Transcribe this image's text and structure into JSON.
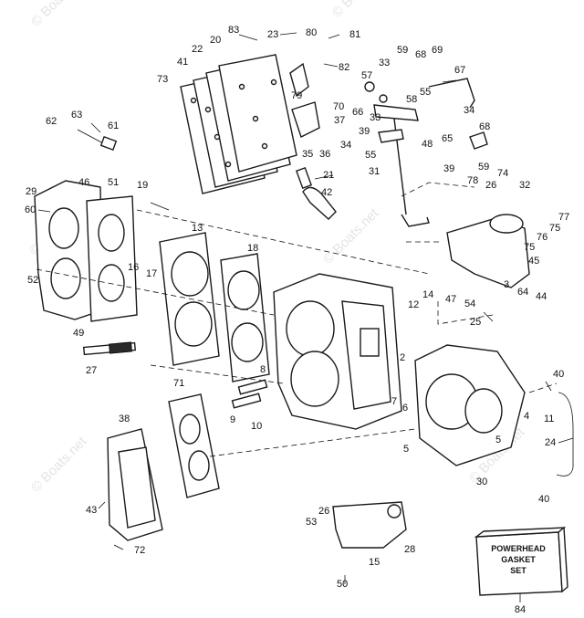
{
  "watermark": "© Boats.net",
  "kit_box": {
    "line1": "POWERHEAD",
    "line2": "GASKET",
    "line3": "SET",
    "number": "84"
  },
  "callouts": [
    {
      "id": "c1",
      "text": "83"
    },
    {
      "id": "c2",
      "text": "23"
    },
    {
      "id": "c3",
      "text": "80"
    },
    {
      "id": "c4",
      "text": "81"
    },
    {
      "id": "c5",
      "text": "20"
    },
    {
      "id": "c6",
      "text": "22"
    },
    {
      "id": "c7",
      "text": "41"
    },
    {
      "id": "c8",
      "text": "73"
    },
    {
      "id": "c9",
      "text": "82"
    },
    {
      "id": "c10",
      "text": "79"
    },
    {
      "id": "c11",
      "text": "59"
    },
    {
      "id": "c12",
      "text": "68"
    },
    {
      "id": "c13",
      "text": "69"
    },
    {
      "id": "c14",
      "text": "33"
    },
    {
      "id": "c15",
      "text": "57"
    },
    {
      "id": "c16",
      "text": "67"
    },
    {
      "id": "c17",
      "text": "55"
    },
    {
      "id": "c18",
      "text": "70"
    },
    {
      "id": "c19",
      "text": "66"
    },
    {
      "id": "c20",
      "text": "58"
    },
    {
      "id": "c21",
      "text": "37"
    },
    {
      "id": "c22",
      "text": "33"
    },
    {
      "id": "c23",
      "text": "34"
    },
    {
      "id": "c24",
      "text": "62"
    },
    {
      "id": "c25",
      "text": "63"
    },
    {
      "id": "c26",
      "text": "61"
    },
    {
      "id": "c27",
      "text": "35"
    },
    {
      "id": "c28",
      "text": "36"
    },
    {
      "id": "c29",
      "text": "34"
    },
    {
      "id": "c30",
      "text": "39"
    },
    {
      "id": "c31",
      "text": "48"
    },
    {
      "id": "c32",
      "text": "68"
    },
    {
      "id": "c33",
      "text": "65"
    },
    {
      "id": "c34",
      "text": "55"
    },
    {
      "id": "c35",
      "text": "59"
    },
    {
      "id": "c36",
      "text": "39"
    },
    {
      "id": "c37",
      "text": "21"
    },
    {
      "id": "c38",
      "text": "31"
    },
    {
      "id": "c39",
      "text": "74"
    },
    {
      "id": "c40",
      "text": "78"
    },
    {
      "id": "c41",
      "text": "26"
    },
    {
      "id": "c42",
      "text": "32"
    },
    {
      "id": "c43",
      "text": "42"
    },
    {
      "id": "c44",
      "text": "46"
    },
    {
      "id": "c45",
      "text": "51"
    },
    {
      "id": "c46",
      "text": "19"
    },
    {
      "id": "c47",
      "text": "29"
    },
    {
      "id": "c48",
      "text": "60"
    },
    {
      "id": "c49",
      "text": "77"
    },
    {
      "id": "c50",
      "text": "75"
    },
    {
      "id": "c51",
      "text": "76"
    },
    {
      "id": "c52",
      "text": "13"
    },
    {
      "id": "c53",
      "text": "18"
    },
    {
      "id": "c54",
      "text": "75"
    },
    {
      "id": "c55",
      "text": "45"
    },
    {
      "id": "c56",
      "text": "16"
    },
    {
      "id": "c57",
      "text": "17"
    },
    {
      "id": "c58",
      "text": "52"
    },
    {
      "id": "c59",
      "text": "3"
    },
    {
      "id": "c60",
      "text": "64"
    },
    {
      "id": "c61",
      "text": "44"
    },
    {
      "id": "c62",
      "text": "14"
    },
    {
      "id": "c63",
      "text": "47"
    },
    {
      "id": "c64",
      "text": "54"
    },
    {
      "id": "c65",
      "text": "12"
    },
    {
      "id": "c66",
      "text": "49"
    },
    {
      "id": "c67",
      "text": "25"
    },
    {
      "id": "c68",
      "text": "27"
    },
    {
      "id": "c69",
      "text": "2"
    },
    {
      "id": "c70",
      "text": "8"
    },
    {
      "id": "c71",
      "text": "40"
    },
    {
      "id": "c72",
      "text": "71"
    },
    {
      "id": "c73",
      "text": "7"
    },
    {
      "id": "c74",
      "text": "6"
    },
    {
      "id": "c75",
      "text": "4"
    },
    {
      "id": "c76",
      "text": "11"
    },
    {
      "id": "c77",
      "text": "9"
    },
    {
      "id": "c78",
      "text": "10"
    },
    {
      "id": "c79",
      "text": "38"
    },
    {
      "id": "c80",
      "text": "5"
    },
    {
      "id": "c81",
      "text": "5"
    },
    {
      "id": "c82",
      "text": "24"
    },
    {
      "id": "c83",
      "text": "30"
    },
    {
      "id": "c84",
      "text": "43"
    },
    {
      "id": "c85",
      "text": "40"
    },
    {
      "id": "c86",
      "text": "26"
    },
    {
      "id": "c87",
      "text": "53"
    },
    {
      "id": "c88",
      "text": "72"
    },
    {
      "id": "c89",
      "text": "28"
    },
    {
      "id": "c90",
      "text": "15"
    },
    {
      "id": "c91",
      "text": "50"
    }
  ]
}
